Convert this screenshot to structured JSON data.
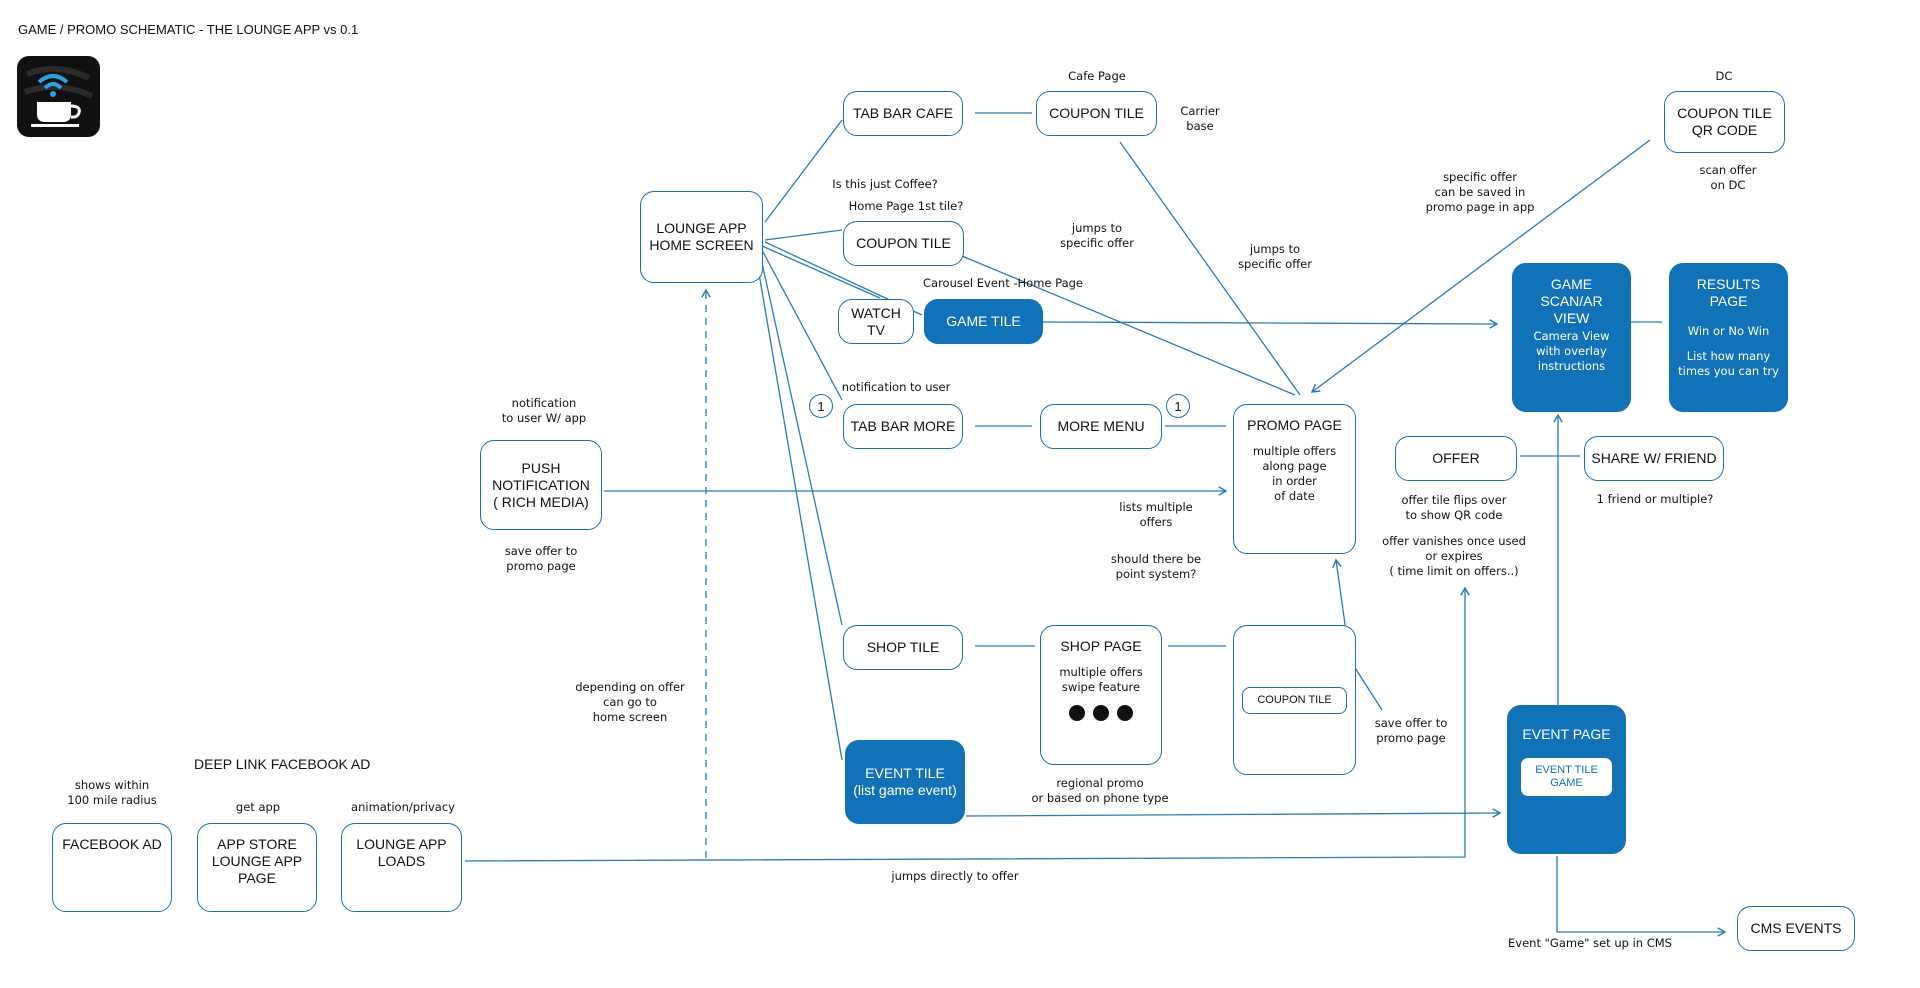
{
  "title": "GAME / PROMO SCHEMATIC - THE LOUNGE APP vs 0.1",
  "nodes": {
    "lounge_home": "LOUNGE APP\nHOME SCREEN",
    "tab_bar_cafe": "TAB BAR CAFE",
    "coupon_tile_cafe": "COUPON TILE",
    "coupon_tile_home": "COUPON TILE",
    "watch_tv": "WATCH\nTV",
    "game_tile": "GAME TILE",
    "tab_bar_more": "TAB BAR MORE",
    "more_menu": "MORE MENU",
    "promo_page": "PROMO PAGE",
    "promo_page_sub": "multiple offers\nalong page\nin order\nof date",
    "push_notification": "PUSH\nNOTIFICATION\n( RICH MEDIA)",
    "offer": "OFFER",
    "share_friend": "SHARE W/ FRIEND",
    "coupon_qr": "COUPON TILE\nQR CODE",
    "game_scan": "GAME\nSCAN/AR\nVIEW",
    "game_scan_sub": "Camera View\nwith overlay\ninstructions",
    "results_page": "RESULTS PAGE",
    "results_sub1": "Win or No Win",
    "results_sub2": "List how many\ntimes you can try",
    "shop_tile": "SHOP TILE",
    "shop_page": "SHOP PAGE",
    "shop_page_sub": "multiple offers\nswipe feature",
    "coupon_tile_shop": "COUPON TILE",
    "event_tile": "EVENT TILE\n(list game event)",
    "event_page": "EVENT PAGE",
    "event_page_inner": "EVENT TILE\nGAME",
    "cms_events": "CMS EVENTS",
    "facebook_ad": "FACEBOOK AD",
    "app_store": "APP STORE\nLOUNGE APP\nPAGE",
    "lounge_loads": "LOUNGE APP\nLOADS"
  },
  "badges": {
    "tab_bar_more": "1",
    "more_menu": "1"
  },
  "headers": {
    "deep_link": "DEEP LINK FACEBOOK AD"
  },
  "notes": {
    "cafe_page": "Cafe Page",
    "dc": "DC",
    "carrier_base": "Carrier\nbase",
    "scan_offer": "scan offer\non DC",
    "just_coffee": "Is this just Coffee?",
    "home_first_tile": "Home Page 1st tile?",
    "jumps_offer_1": "jumps to\nspecific offer",
    "jumps_offer_2": "jumps to\nspecific offer",
    "saved_in_promo": "specific offer\ncan be saved in\npromo page in app",
    "carousel_event": "Carousel Event -Home Page",
    "notification_user": "notification to user",
    "notification_app": "notification\nto user W/ app",
    "save_offer_promo": "save offer to\npromo page",
    "lists_multiple": "lists multiple\noffers",
    "point_system": "should there be\npoint system?",
    "flips_over": "offer tile flips over\nto show QR code",
    "vanishes": "offer vanishes once used\nor expires\n( time limit on offers..)",
    "one_or_multiple": "1 friend or multiple?",
    "save_offer_promo_2": "save offer to\npromo page",
    "regional_promo": "regional promo\nor based on phone type",
    "depending_offer": "depending on offer\ncan go to\nhome screen",
    "within_radius": "shows within\n100 mile radius",
    "get_app": "get app",
    "animation_privacy": "animation/privacy",
    "jumps_directly": "jumps directly to offer",
    "event_game_cms": "Event \"Game\" set up in CMS"
  },
  "colors": {
    "accent": "#1172b8",
    "line": "#2a7bb5",
    "ink": "#111111"
  },
  "icons": [
    "coffee-wifi-app-icon"
  ]
}
